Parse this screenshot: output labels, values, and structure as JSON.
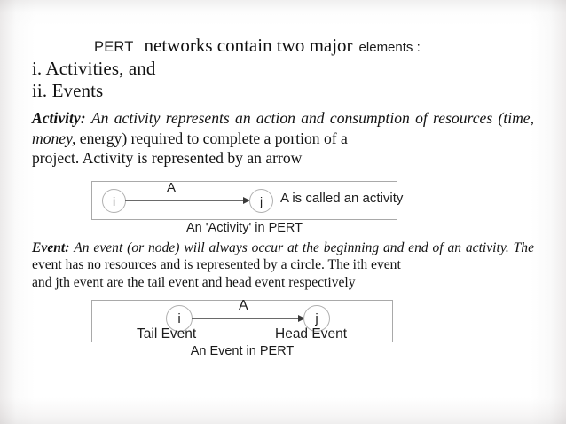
{
  "document": {
    "heading": {
      "pert": "PERT",
      "main": "networks contain two major",
      "tail": "elements :"
    },
    "list": [
      "i. Activities, and",
      "ii. Events"
    ],
    "activity_paragraph": {
      "term": "Activity:",
      "italic_part": "An activity represents an action and consumption of resources (time, money,",
      "upright_part": "energy) required to complete a portion of a",
      "last_line": "project. Activity is represented by an arrow"
    },
    "event_paragraph": {
      "term": "Event:",
      "italic_part": "An event (or node) will always occur at the beginning and end of an activity. The",
      "upright_part": "event has no resources and is represented by a circle. The ith event",
      "last_line": "and jth event are the tail event and head event respectively"
    },
    "figure_activity": {
      "node_tail": "i",
      "node_head": "j",
      "arrow_label": "A",
      "annotation": "A is called an activity",
      "caption": "An 'Activity' in PERT"
    },
    "figure_event": {
      "node_tail": "i",
      "node_head": "j",
      "arrow_label": "A",
      "tail_label": "Tail Event",
      "head_label": "Head Event",
      "caption": "An Event in PERT"
    },
    "colors": {
      "page_background": "#ffffff",
      "text": "#121212",
      "box_border": "#a9a9a9",
      "node_border": "#b0b0b0",
      "arrow": "#6a6a6a"
    }
  }
}
